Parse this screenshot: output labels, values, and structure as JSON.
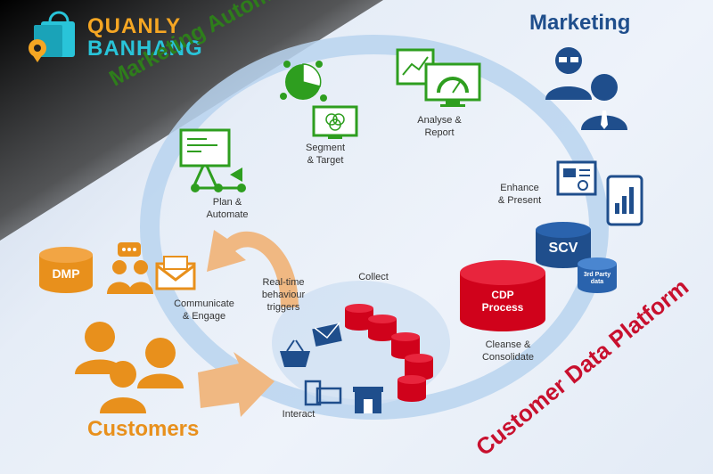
{
  "brand": {
    "line1": "QUANLY",
    "line2": "BANHANG"
  },
  "sections": {
    "marketing_automation": "Marketing Automation",
    "marketing": "Marketing",
    "customers": "Customers",
    "customer_data_platform": "Customer Data Platform"
  },
  "steps": {
    "plan": [
      "Plan &",
      "Automate"
    ],
    "segment": [
      "Segment",
      "& Target"
    ],
    "analyse": [
      "Analyse &",
      "Report"
    ],
    "enhance": [
      "Enhance",
      "& Present"
    ],
    "cleanse": [
      "Cleanse &",
      "Consolidate"
    ],
    "collect": "Collect",
    "realtime": [
      "Real-time",
      "behaviour",
      "triggers"
    ],
    "communicate": [
      "Communicate",
      "& Engage"
    ],
    "interact": "Interact"
  },
  "nodes": {
    "dmp": "DMP",
    "scv": "SCV",
    "cdp": [
      "CDP",
      "Process"
    ],
    "third_party": [
      "3rd Party",
      "data"
    ]
  },
  "colors": {
    "green": "#2e9e1f",
    "blue": "#1f4e8c",
    "orange": "#e8901c",
    "red": "#d0021b",
    "loop": "#b9d3ef"
  }
}
